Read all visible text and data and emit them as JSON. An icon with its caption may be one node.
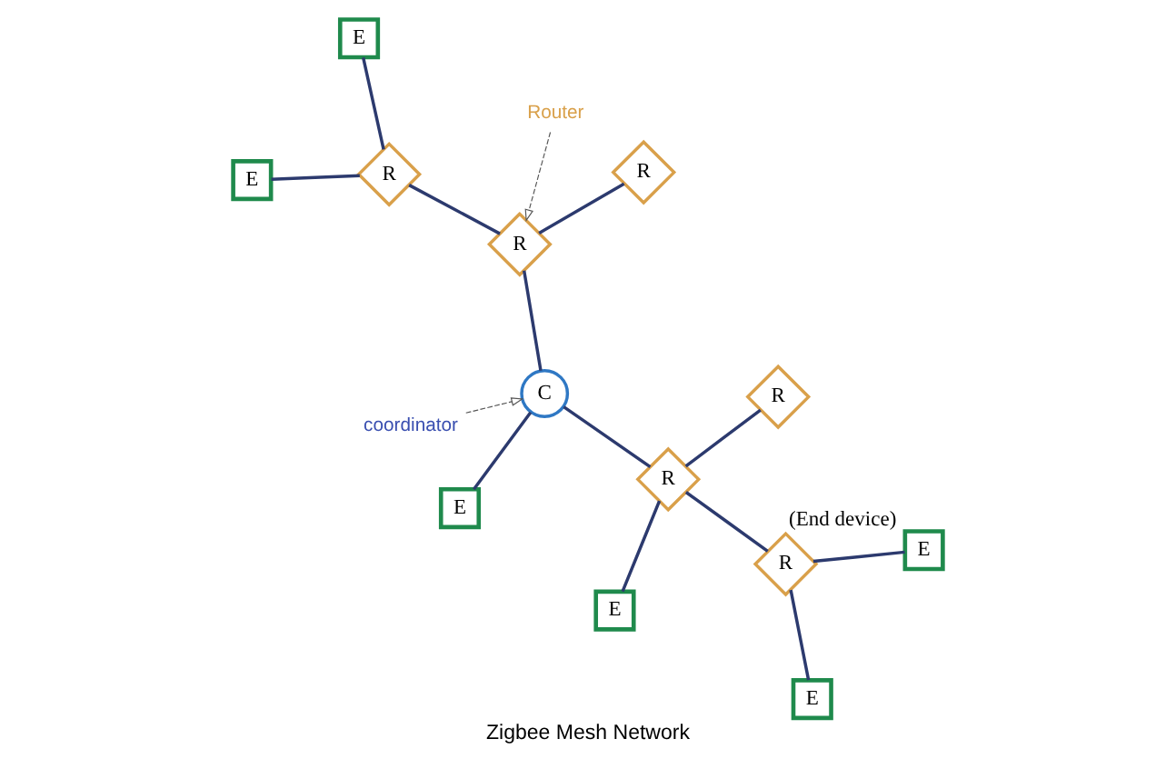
{
  "diagram": {
    "title": "Zigbee Mesh Network",
    "nodes": [
      {
        "text": [
          "coordinator"
        ]
      },
      {
        "text": [
          "E"
        ]
      },
      {
        "text": [
          "C"
        ]
      },
      {
        "text": [
          "R"
        ]
      },
      {
        "text": [
          "Router"
        ]
      },
      {
        "text": [
          "R"
        ]
      },
      {
        "text": [
          "R"
        ]
      },
      {
        "text": [
          "E"
        ]
      },
      {
        "text": [
          "E"
        ]
      },
      {
        "text": [
          "R"
        ]
      },
      {
        "text": [
          "E"
        ]
      },
      {
        "text": [
          "R"
        ]
      },
      {
        "text": [
          "R"
        ]
      },
      {
        "text": [
          "E"
        ],
        "beside": [
          "(End device)"
        ]
      },
      {
        "text": [
          "E"
        ]
      }
    ],
    "edges": [
      {
        "from": 0,
        "to": 2,
        "arrow": "to",
        "style": "dashed",
        "color": "#555555"
      },
      {
        "from": 4,
        "to": 6,
        "arrow": "to",
        "style": "dashed",
        "color": "#555555"
      },
      {
        "from": 2,
        "to": 1,
        "arrow": "none"
      },
      {
        "from": 5,
        "to": 2,
        "arrow": "none"
      },
      {
        "from": 2,
        "to": 6,
        "arrow": "none"
      },
      {
        "from": 3,
        "to": 5,
        "arrow": "none"
      },
      {
        "from": 5,
        "to": 9,
        "arrow": "none"
      },
      {
        "from": 5,
        "to": 10,
        "arrow": "none"
      },
      {
        "from": 8,
        "to": 9,
        "arrow": "none"
      },
      {
        "from": 9,
        "to": 13,
        "arrow": "none"
      },
      {
        "from": 6,
        "to": 12,
        "arrow": "none"
      },
      {
        "from": 6,
        "to": 11,
        "arrow": "none"
      },
      {
        "from": 11,
        "to": 7,
        "arrow": "none"
      },
      {
        "from": 11,
        "to": 14,
        "arrow": "none"
      }
    ]
  }
}
